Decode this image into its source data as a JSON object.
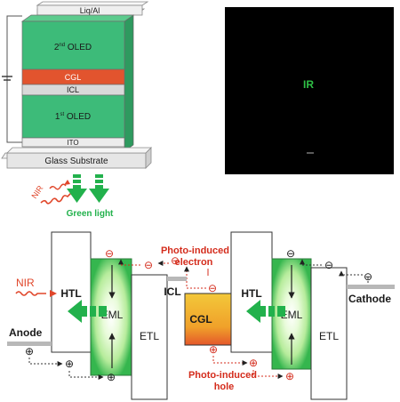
{
  "device_stack": {
    "layers": [
      {
        "label": "Liq/Al"
      },
      {
        "label": "2nd OLED",
        "main": "2",
        "sup": "nd",
        "tail": " OLED"
      },
      {
        "label": "CGL"
      },
      {
        "label": "ICL"
      },
      {
        "label": "1st OLED",
        "main": "1",
        "sup": "st",
        "tail": " OLED"
      },
      {
        "label": "ITO"
      },
      {
        "label": "Glass Substrate"
      }
    ],
    "input_label": "NIR",
    "output_label": "Green light",
    "colors": {
      "oled": "#3dbb79",
      "cgl": "#e2542e",
      "icl": "#d9d9d9",
      "glass": "#e6e6e6",
      "output_arrow": "#22b14c",
      "input_wave": "#e0462a"
    }
  },
  "photo": {
    "spot_label": "IR",
    "colors": {
      "background": "#000000",
      "spot": "#2fbf46"
    }
  },
  "band_diagram": {
    "labels": {
      "input": "NIR",
      "anode": "Anode",
      "cathode": "Cathode",
      "icl": "ICL",
      "cgl": "CGL",
      "left_htl": "HTL",
      "left_eml": "EML",
      "left_etl": "ETL",
      "right_htl": "HTL",
      "right_eml": "EML",
      "right_etl": "ETL",
      "photo_electron": "Photo-induced electron",
      "photo_electron_line1": "Photo-induced",
      "photo_electron_line2": "electron",
      "photo_hole": "Photo-induced hole",
      "photo_hole_line1": "Photo-induced",
      "photo_hole_line2": "hole"
    },
    "symbols": {
      "electron": "⊖",
      "hole": "⊕"
    },
    "colors": {
      "emission": "#22b14c",
      "eml_glow": "#c8f5b4",
      "cgl_top": "#f2c230",
      "cgl_bottom": "#e5542a",
      "label_red": "#d42c1c"
    }
  }
}
